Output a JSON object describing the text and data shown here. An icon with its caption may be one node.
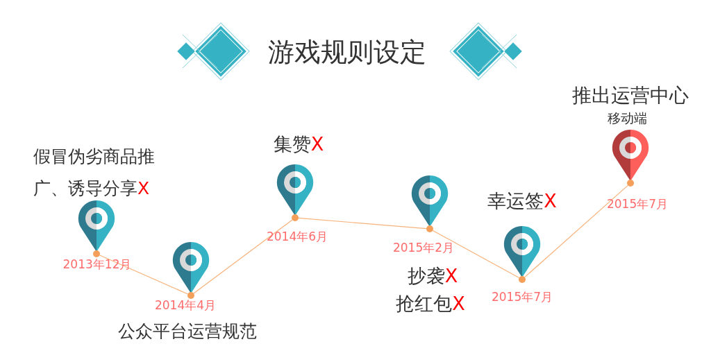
{
  "diagram": {
    "title": "游戏规则设定",
    "nodes": [
      {
        "text": [],
        "shape": "circle",
        "beside": [
          "2013年12月",
          "假冒伪劣商品推广、诱导分享",
          "X"
        ]
      },
      {
        "text": [],
        "shape": "circle",
        "beside": [
          "2014年4月",
          "公众平台运营规范"
        ]
      },
      {
        "text": [],
        "shape": "circle",
        "beside": [
          "2014年6月",
          "集赞",
          "X"
        ]
      },
      {
        "text": [],
        "shape": "circle",
        "beside": [
          "2015年2月",
          "抄袭",
          "X",
          "抢红包",
          "X"
        ]
      },
      {
        "text": [],
        "shape": "circle",
        "beside": [
          "2015年7月",
          "幸运签",
          "X"
        ]
      },
      {
        "text": [],
        "shape": "circle",
        "beside": [
          "2015年7月",
          "推出运营中心",
          "移动端"
        ]
      }
    ],
    "edges": [
      {
        "from": 0,
        "to": 1,
        "arrow": "none"
      },
      {
        "from": 1,
        "to": 2,
        "arrow": "none"
      },
      {
        "from": 2,
        "to": 3,
        "arrow": "none"
      },
      {
        "from": 3,
        "to": 4,
        "arrow": "none"
      },
      {
        "from": 4,
        "to": 5,
        "arrow": "none"
      }
    ]
  }
}
